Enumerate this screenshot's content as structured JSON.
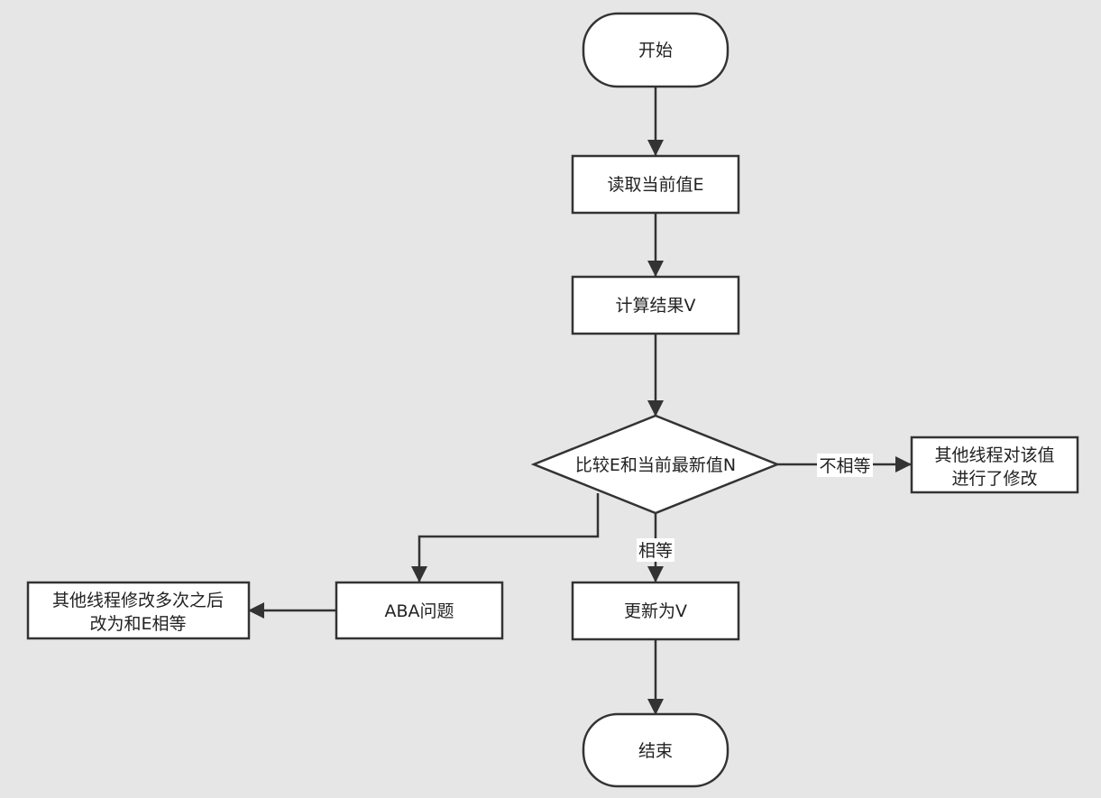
{
  "diagram": {
    "background": "#e6e6e6",
    "stroke_color": "#333333",
    "fill_color": "#ffffff",
    "nodes": {
      "start": {
        "label": "开始",
        "shape": "terminal"
      },
      "read_value": {
        "label": "读取当前值E",
        "shape": "process"
      },
      "compute_result": {
        "label": "计算结果V",
        "shape": "process"
      },
      "compare": {
        "label": "比较E和当前最新值N",
        "shape": "decision"
      },
      "modified": {
        "lines": [
          "其他线程对该值",
          "进行了修改"
        ],
        "shape": "process"
      },
      "update": {
        "label": "更新为V",
        "shape": "process"
      },
      "aba": {
        "label": "ABA问题",
        "shape": "process"
      },
      "aba_detail": {
        "lines": [
          "其他线程修改多次之后",
          "改为和E相等"
        ],
        "shape": "process"
      },
      "end": {
        "label": "结束",
        "shape": "terminal"
      }
    },
    "edges": {
      "start_to_read": {
        "from": "start",
        "to": "read_value",
        "label": ""
      },
      "read_to_compute": {
        "from": "read_value",
        "to": "compute_result",
        "label": ""
      },
      "compute_to_compare": {
        "from": "compute_result",
        "to": "compare",
        "label": ""
      },
      "compare_to_modified": {
        "from": "compare",
        "to": "modified",
        "label": "不相等"
      },
      "compare_to_update": {
        "from": "compare",
        "to": "update",
        "label": "相等"
      },
      "compare_to_aba": {
        "from": "compare",
        "to": "aba",
        "label": ""
      },
      "aba_to_detail": {
        "from": "aba",
        "to": "aba_detail",
        "label": ""
      },
      "update_to_end": {
        "from": "update",
        "to": "end",
        "label": ""
      }
    }
  }
}
